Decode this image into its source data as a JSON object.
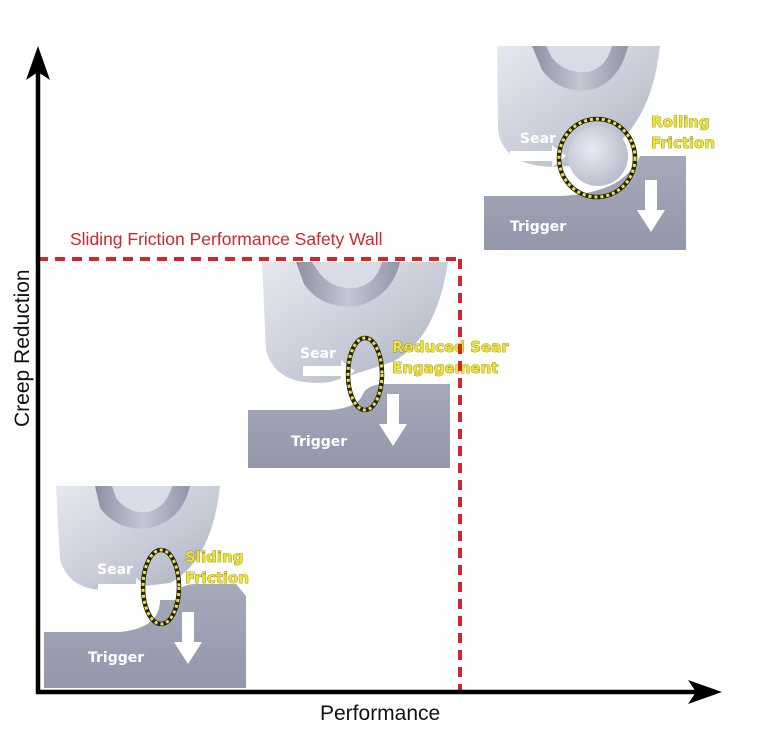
{
  "axes": {
    "x_label": "Performance",
    "y_label": "Creep Reduction"
  },
  "wall": {
    "label": "Sliding Friction Performance Safety Wall",
    "color": "#d1262b"
  },
  "stages": [
    {
      "sear": "Sear",
      "trigger": "Trigger",
      "note_line1": "Sliding",
      "note_line2": "Friction"
    },
    {
      "sear": "Sear",
      "trigger": "Trigger",
      "note_line1": "Reduced Sear",
      "note_line2": "Engagement"
    },
    {
      "sear": "Sear",
      "trigger": "Trigger",
      "note_line1": "Rolling",
      "note_line2": "Friction"
    }
  ],
  "colors": {
    "metal_light": "#dcdfe9",
    "metal_mid": "#b6bac9",
    "trigger": "#9ea1b3",
    "highlight": "#f2e32b",
    "axis": "#000000"
  }
}
